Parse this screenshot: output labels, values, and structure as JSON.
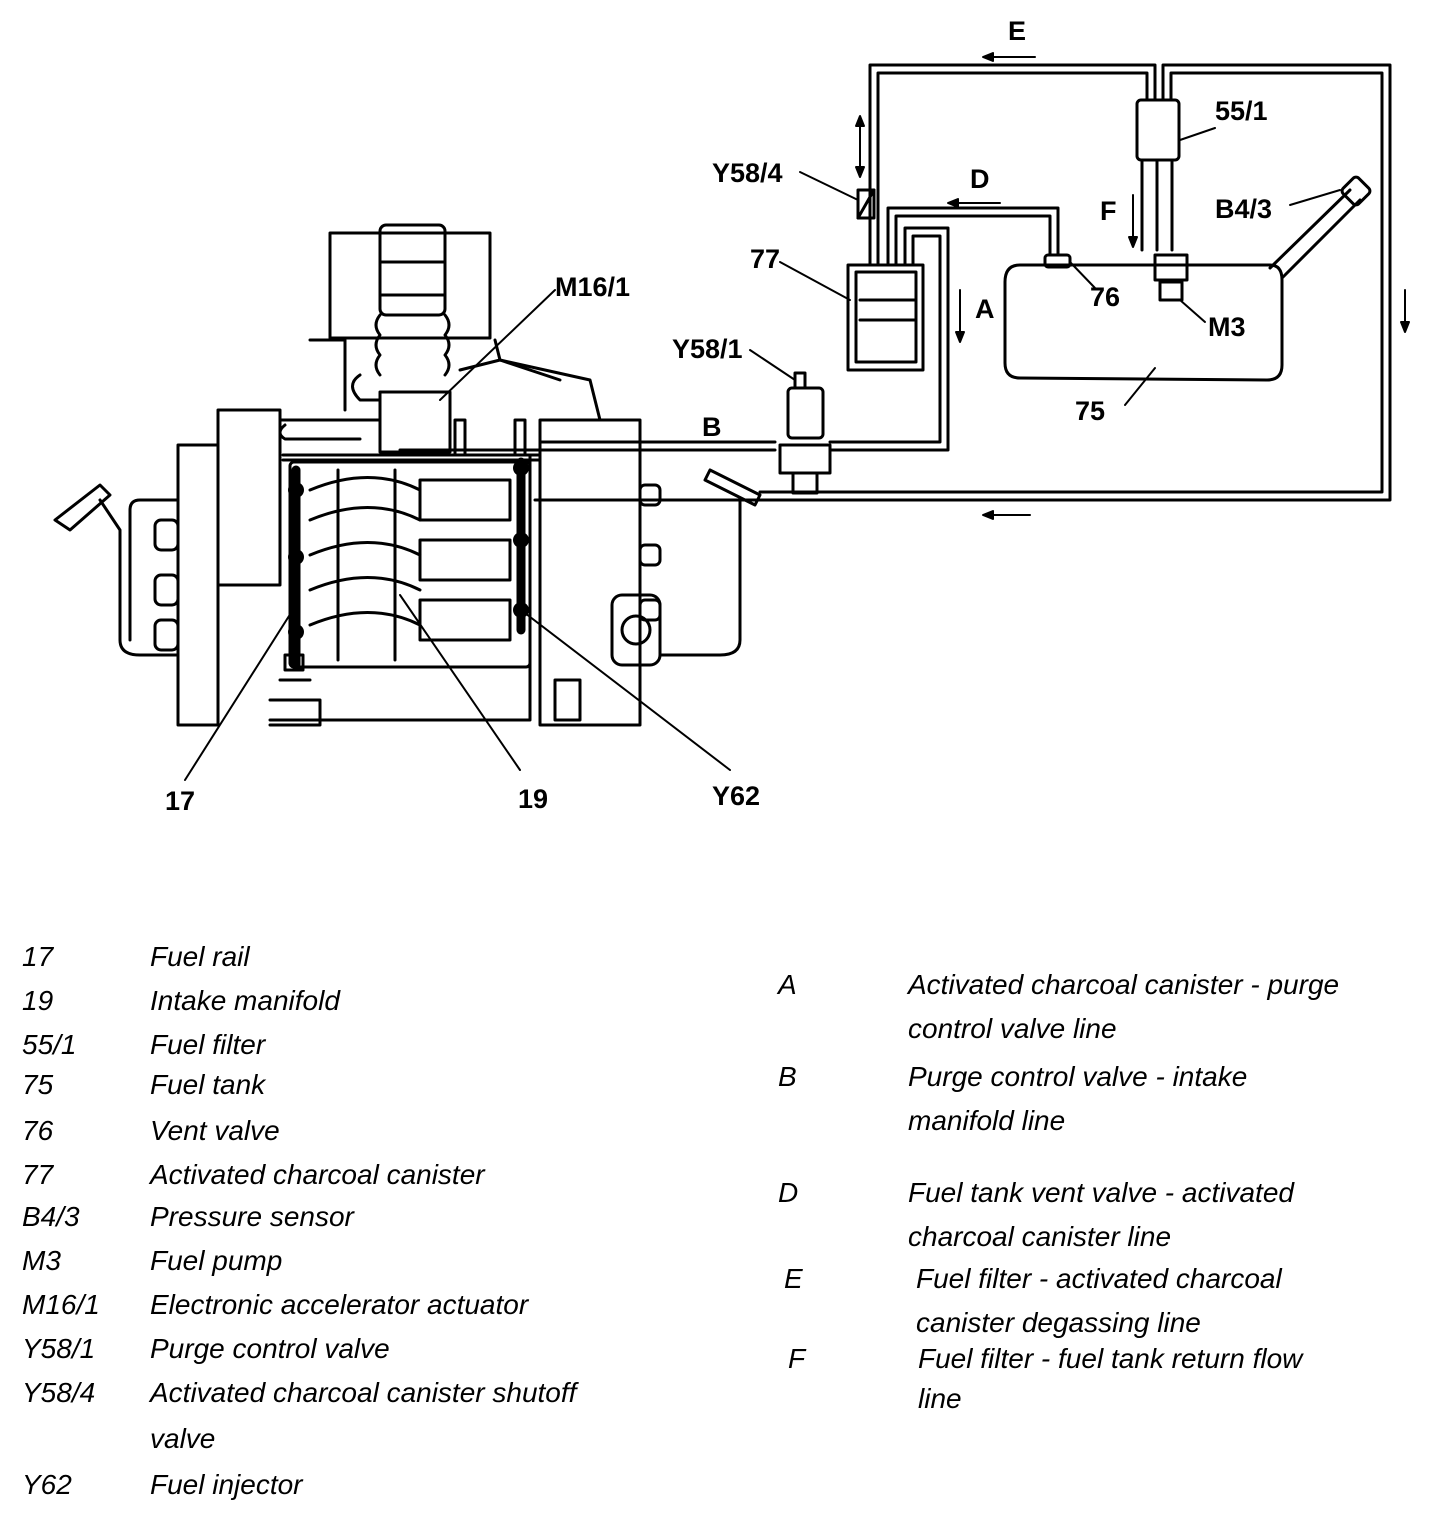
{
  "labels": {
    "E": "E",
    "D": "D",
    "F": "F",
    "A": "A",
    "B": "B",
    "c55_1": "55/1",
    "cY58_4": "Y58/4",
    "cB4_3": "B4/3",
    "c77": "77",
    "c76": "76",
    "cM3": "M3",
    "cM16_1": "M16/1",
    "cY58_1": "Y58/1",
    "c75": "75",
    "c17": "17",
    "c19": "19",
    "cY62": "Y62"
  },
  "legend_components": [
    {
      "code": "17",
      "desc": "Fuel rail"
    },
    {
      "code": "19",
      "desc": "Intake manifold"
    },
    {
      "code": "55/1",
      "desc": "Fuel filter"
    },
    {
      "code": "75",
      "desc": "Fuel tank"
    },
    {
      "code": "76",
      "desc": "Vent valve"
    },
    {
      "code": "77",
      "desc": "Activated charcoal canister"
    },
    {
      "code": "B4/3",
      "desc": "Pressure sensor"
    },
    {
      "code": "M3",
      "desc": "Fuel pump"
    },
    {
      "code": "M16/1",
      "desc": "Electronic accelerator actuator"
    },
    {
      "code": "Y58/1",
      "desc": "Purge control valve"
    },
    {
      "code": "Y58/4",
      "desc": "Activated charcoal canister shutoff",
      "desc2": "valve"
    },
    {
      "code": "Y62",
      "desc": "Fuel injector"
    }
  ],
  "legend_lines": [
    {
      "code": "A",
      "desc": "Activated charcoal canister - purge",
      "desc2": "control valve line"
    },
    {
      "code": "B",
      "desc": "Purge control valve - intake",
      "desc2": "manifold line"
    },
    {
      "code": "D",
      "desc": "Fuel tank vent valve - activated",
      "desc2": "charcoal canister line"
    },
    {
      "code": "E",
      "desc": "Fuel filter - activated charcoal",
      "desc2": "canister degassing line"
    },
    {
      "code": "F",
      "desc": "Fuel filter - fuel tank return flow",
      "desc2": "line"
    }
  ]
}
